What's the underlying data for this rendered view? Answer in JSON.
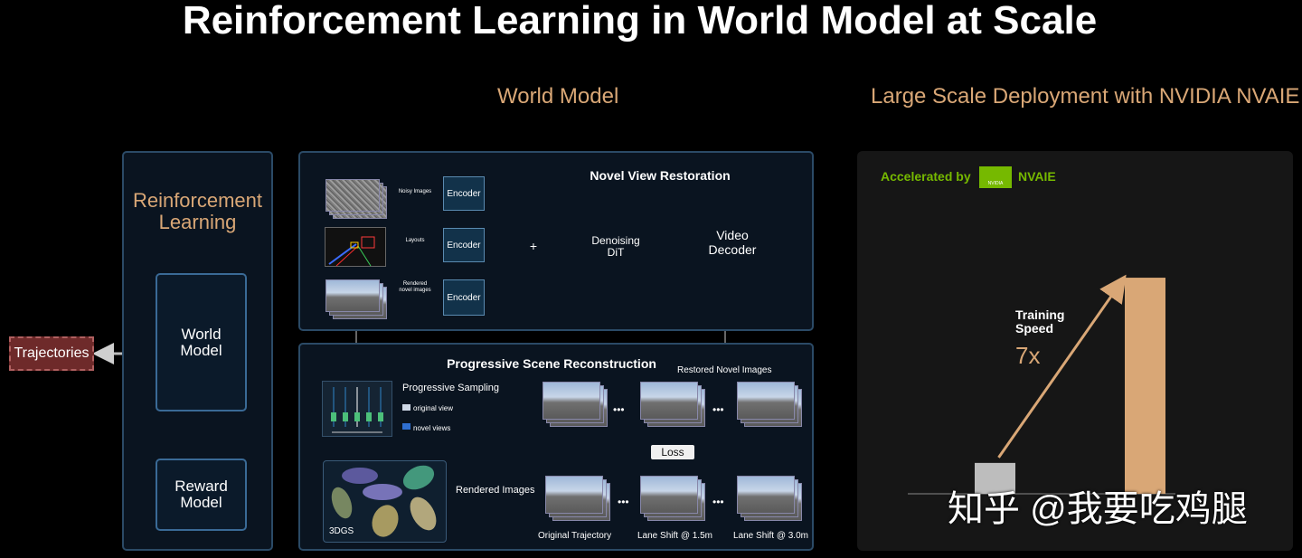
{
  "title": "Reinforcement Learning in World Model at Scale",
  "sections": {
    "world_model": "World Model",
    "deployment": "Large Scale Deployment with NVIDIA NVAIE"
  },
  "rl": {
    "title_line1": "Reinforcement",
    "title_line2": "Learning",
    "world_model_line1": "World",
    "world_model_line2": "Model",
    "reward_model_line1": "Reward",
    "reward_model_line2": "Model",
    "trajectories": "Trajectories"
  },
  "restoration": {
    "title": "Novel View Restoration",
    "encoder": "Encoder",
    "noisy_images": "Noisy Images",
    "layouts": "Layouts",
    "rendered_line1": "Rendered",
    "rendered_line2": "novel images",
    "dit_line1": "Denoising",
    "dit_line2": "DiT",
    "decoder_line1": "Video",
    "decoder_line2": "Decoder",
    "plus": "+"
  },
  "reconstruction": {
    "title": "Progressive Scene Reconstruction",
    "progressive_sampling": "Progressive Sampling",
    "original_view": "original view",
    "novel_views": "novel views",
    "restored": "Restored Novel Images",
    "rendered": "Rendered Images",
    "gs": "3DGS",
    "loss": "Loss",
    "ellipsis": "•••",
    "original_trajectory": "Original Trajectory",
    "lane_shift_15": "Lane Shift @ 1.5m",
    "lane_shift_30": "Lane Shift @ 3.0m"
  },
  "deployment": {
    "accelerated_by": "Accelerated by",
    "nvaie": "NVAIE",
    "logo_text": "NVIDIA",
    "speed_line1": "Training",
    "speed_line2": "Speed",
    "speedup": "7x"
  },
  "watermark": "知乎 @我要吃鸡腿",
  "colors": {
    "accent_orange": "#d9a776",
    "nvidia_green": "#76b900",
    "bar": "#d9a776",
    "baseline_bar": "#bdbdbd"
  },
  "chart_data": {
    "type": "bar",
    "categories": [
      "",
      ""
    ],
    "values": [
      1,
      7
    ],
    "ylim": [
      0,
      7.5
    ]
  }
}
